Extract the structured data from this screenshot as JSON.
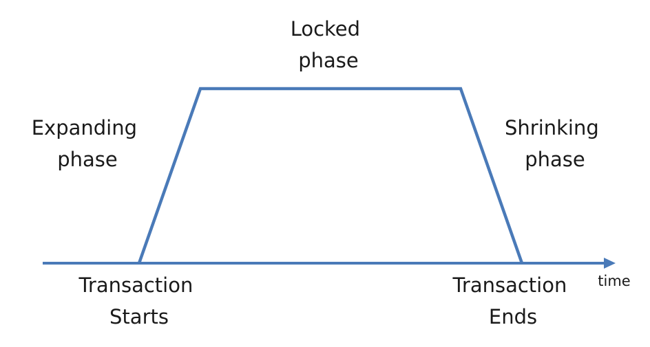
{
  "labels": {
    "locked": [
      "Locked",
      "phase"
    ],
    "expanding": [
      "Expanding",
      "phase"
    ],
    "shrinking": [
      "Shrinking",
      "phase"
    ],
    "start": [
      "Transaction",
      "Starts"
    ],
    "end": [
      "Transaction",
      "Ends"
    ],
    "time": "time"
  },
  "colors": {
    "line": "#4a7ab8",
    "text": "#1a1a1a"
  }
}
